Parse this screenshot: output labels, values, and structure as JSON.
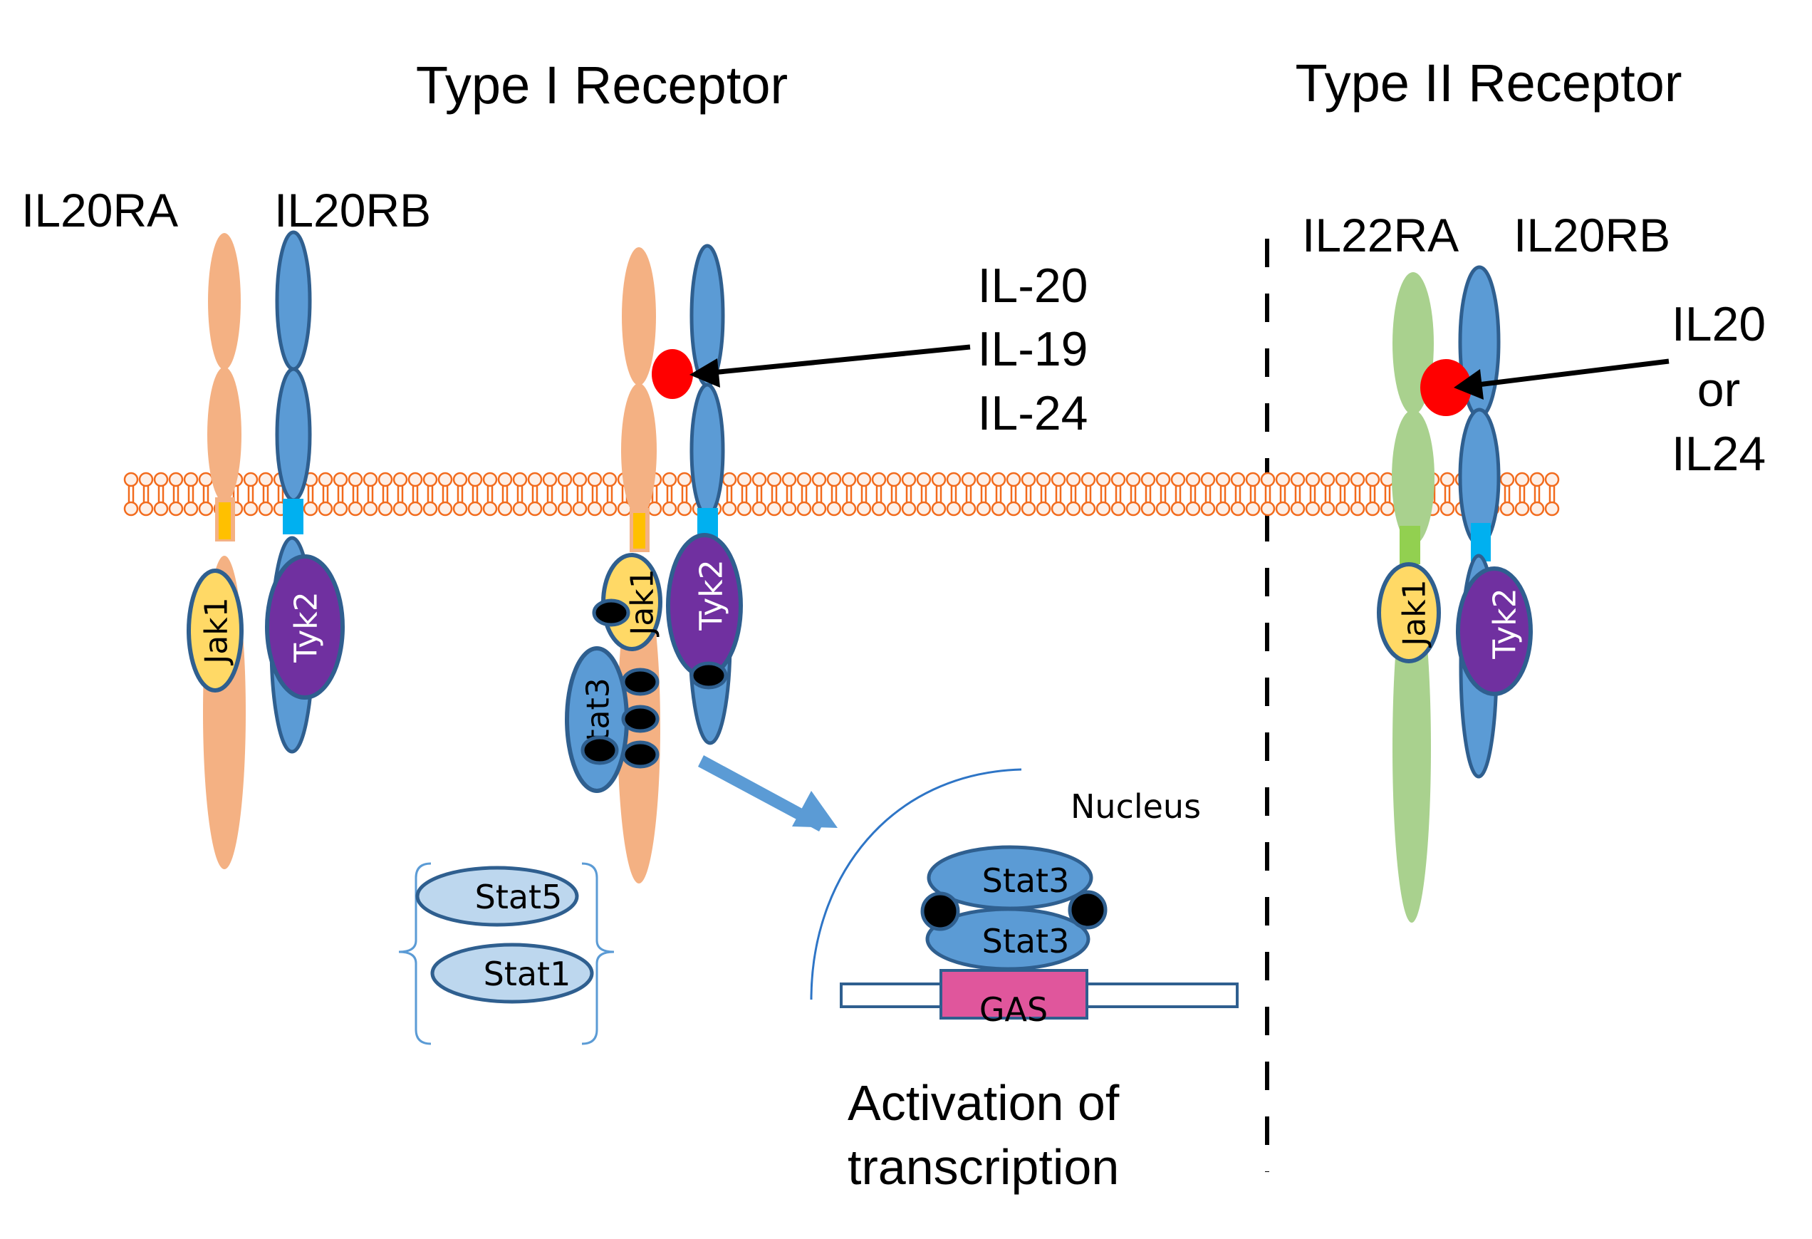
{
  "figure": {
    "colors": {
      "il20ra": "#f4b183",
      "il20rb": "#5b9bd5",
      "il20rb_stroke": "#2f5f8f",
      "il22ra": "#a9d18e",
      "tm_il20ra": "#ffc000",
      "tm_il20rb": "#00b0f0",
      "tm_il22ra": "#92d050",
      "jak1": "#ffd966",
      "tyk2": "#7030a0",
      "ligand": "#ff0000",
      "phospho": "#000000",
      "stat_light": "#bdd7ee",
      "gas": "#e0569c",
      "membrane": "#f26b1d",
      "membrane_fill": "#fdf0e8"
    },
    "type1": {
      "title": "Type I Receptor",
      "chain_a_label": "IL20RA",
      "chain_b_label": "IL20RB",
      "ligands": [
        "IL-20",
        "IL-19",
        "IL-24"
      ],
      "kinase_a": "Jak1",
      "kinase_b": "Tyk2",
      "stat_bound": "Stat3",
      "other_stats": [
        "Stat5",
        "Stat1"
      ]
    },
    "type2": {
      "title": "Type II Receptor",
      "chain_a_label": "IL22RA",
      "chain_b_label": "IL20RB",
      "ligands": [
        "IL20",
        "or",
        "IL24"
      ],
      "kinase_a": "Jak1",
      "kinase_b": "Tyk2"
    },
    "nucleus": {
      "label": "Nucleus",
      "dimer": [
        "Stat3",
        "Stat3"
      ],
      "element": "GAS"
    },
    "outcome": [
      "Activation of",
      "transcription"
    ]
  }
}
